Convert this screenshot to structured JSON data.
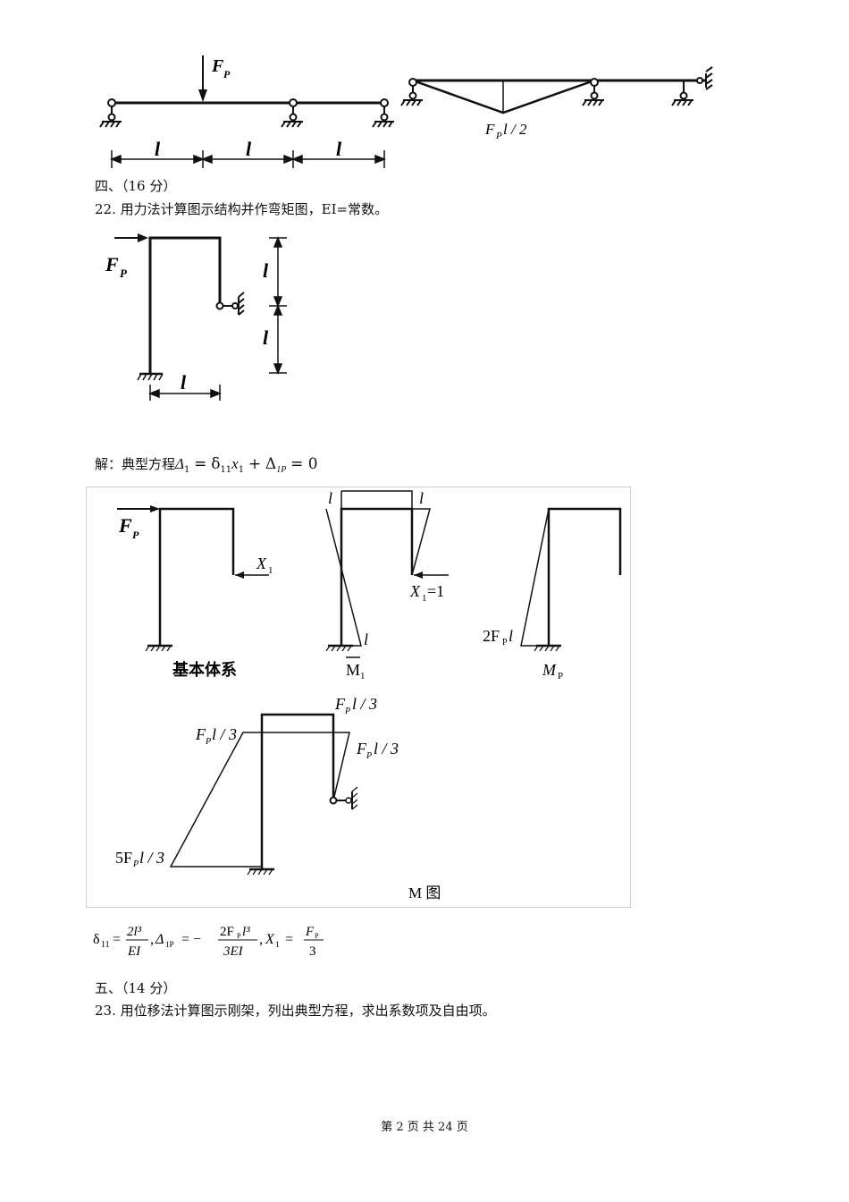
{
  "top_figure": {
    "load_label": "F",
    "load_sub": "P",
    "span_labels": [
      "l",
      "l",
      "l"
    ],
    "moment_label": "F",
    "moment_sub": "P",
    "moment_rest": "l / 2"
  },
  "section4": {
    "heading": "四、（16 分）",
    "question": "22. 用力法计算图示结构并作弯矩图，EI=常数。"
  },
  "q22_figure": {
    "load_label": "F",
    "load_sub": "P",
    "height_labels": [
      "l",
      "l"
    ],
    "width_label": "l"
  },
  "solution": {
    "prefix": "解：典型方程",
    "delta": "Δ",
    "sub1": "1",
    "equals": "=",
    "small_delta": "δ",
    "sub11": "11",
    "x": "x",
    "xsub": "1",
    "plus": "+",
    "sub1p": "1P",
    "tail": "= 0"
  },
  "panel": {
    "basic_label": "基本体系",
    "basic_load": "F",
    "basic_load_sub": "P",
    "basic_x": "X",
    "basic_x_sub": "1",
    "m1_label": "M",
    "m1_sub": "1",
    "m1_l_left": "l",
    "m1_l_right": "l",
    "m1_l_bottom": "l",
    "m1_x": "X",
    "m1_x_sub": "1",
    "m1_x_rest": "=1",
    "mp_label": "M",
    "mp_sub": "P",
    "mp_value": "2F",
    "mp_value_sub": "P",
    "mp_value_rest": "l",
    "m_label": "M 图",
    "m_top": "F",
    "m_top_sub": "P",
    "m_top_rest": "l / 3",
    "m_left": "F",
    "m_left_sub": "P",
    "m_left_rest": "l / 3",
    "m_right": "F",
    "m_right_sub": "P",
    "m_right_rest": "l / 3",
    "m_bottom": "5F",
    "m_bottom_sub": "P",
    "m_bottom_rest": "l / 3"
  },
  "results": {
    "d11_lhs": "δ",
    "d11_sub": "11",
    "eq": "=",
    "d11_num": "2l³",
    "d11_den": "EI",
    "comma1": ",",
    "d1p_lhs": "Δ",
    "d1p_sub": "1P",
    "eq2": "= −",
    "d1p_num": "2F",
    "d1p_num_sub": "P",
    "d1p_num_rest": "l³",
    "d1p_den": "3EI",
    "comma2": ",",
    "x1_lhs": "X",
    "x1_sub": "1",
    "eq3": "=",
    "x1_num": "F",
    "x1_num_sub": "P",
    "x1_den": "3"
  },
  "section5": {
    "heading": "五、（14 分）",
    "question": "23. 用位移法计算图示刚架，列出典型方程，求出系数项及自由项。"
  },
  "footer": {
    "text": "第 2 页 共 24 页"
  }
}
